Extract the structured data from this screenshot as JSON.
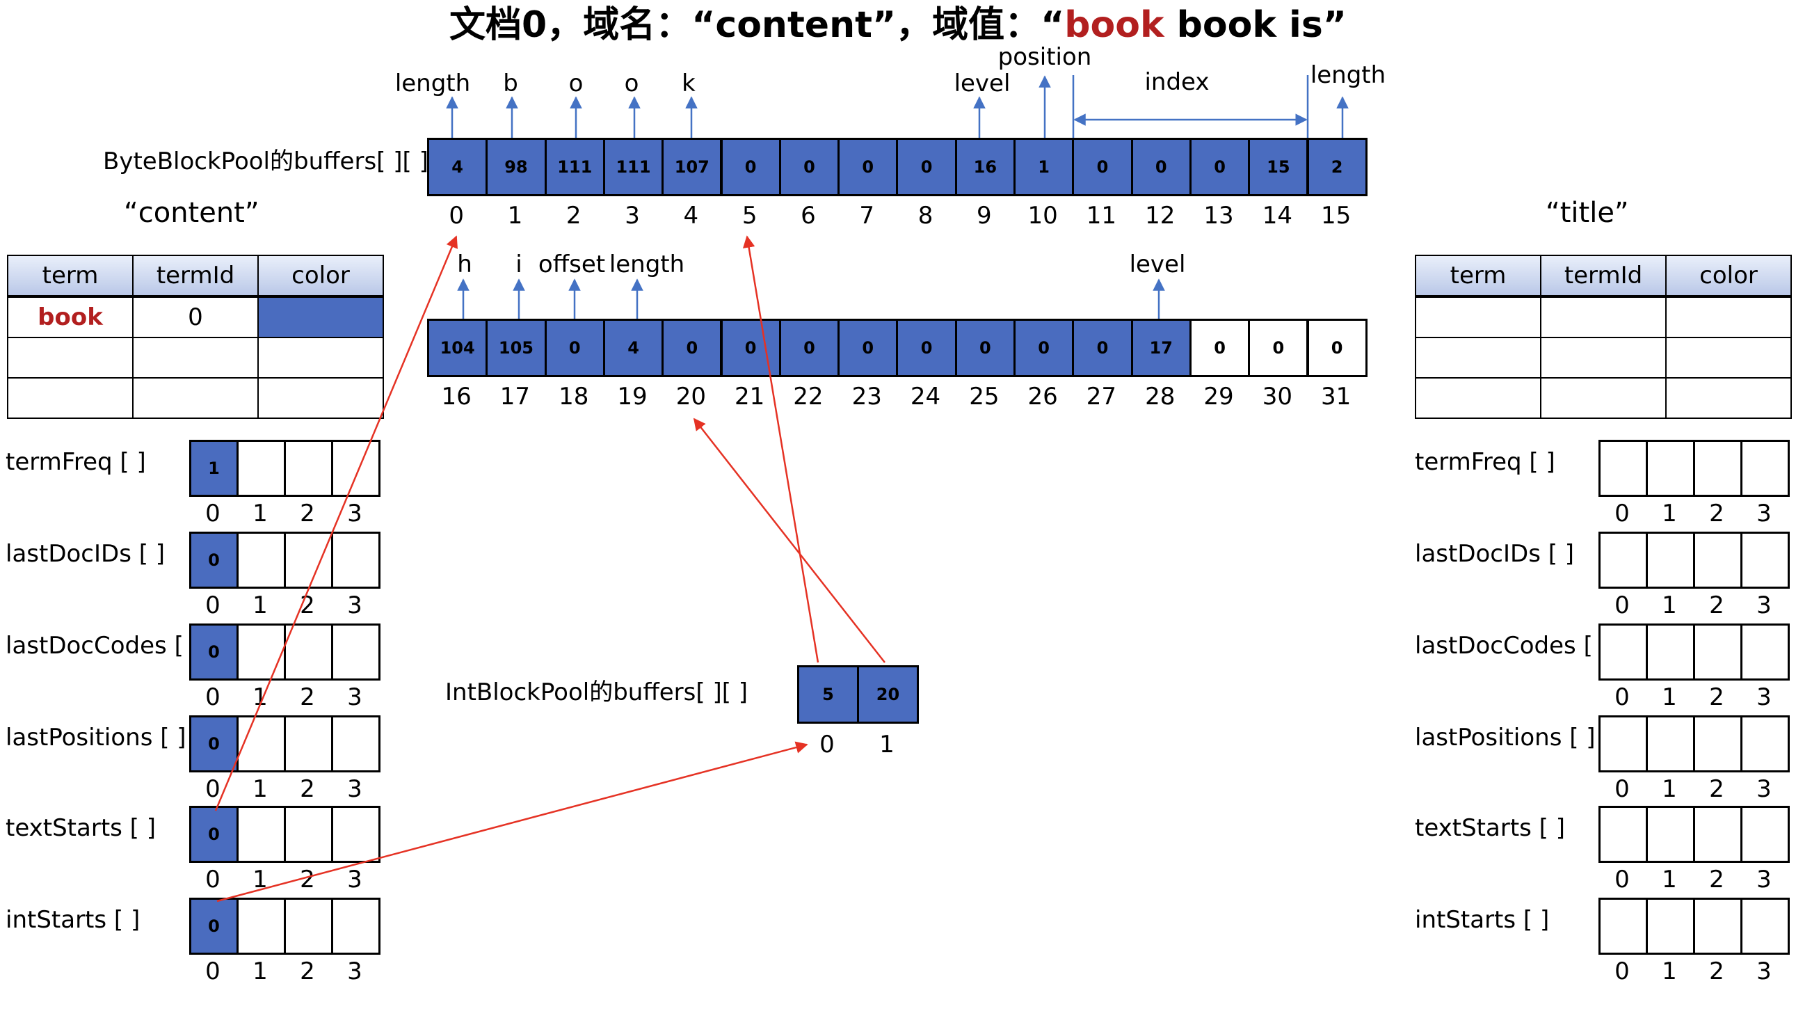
{
  "title": {
    "prefix": "文档0，域名：“content”，域值：“",
    "highlight": "book",
    "suffix": " book is”"
  },
  "colors": {
    "fill": "#4a6cbf",
    "arrow_red": "#e53224",
    "arrow_blue": "#4472c4",
    "highlight_text": "#b21f1f"
  },
  "byte_pool": {
    "label": "ByteBlockPool的buffers[ ][ ]",
    "row1": {
      "values": [
        "4",
        "98",
        "111",
        "111",
        "107",
        "0",
        "0",
        "0",
        "0",
        "16",
        "1",
        "0",
        "0",
        "0",
        "15",
        "2"
      ],
      "indices": [
        "0",
        "1",
        "2",
        "3",
        "4",
        "5",
        "6",
        "7",
        "8",
        "9",
        "10",
        "11",
        "12",
        "13",
        "14",
        "15"
      ],
      "filled": [
        true,
        true,
        true,
        true,
        true,
        true,
        true,
        true,
        true,
        true,
        true,
        true,
        true,
        true,
        true,
        true
      ],
      "annotations": [
        "length",
        "b",
        "o",
        "o",
        "k",
        "level",
        "position",
        "index",
        "length"
      ]
    },
    "row2": {
      "values": [
        "104",
        "105",
        "0",
        "4",
        "0",
        "0",
        "0",
        "0",
        "0",
        "0",
        "0",
        "0",
        "17",
        "0",
        "0",
        "0"
      ],
      "indices": [
        "16",
        "17",
        "18",
        "19",
        "20",
        "21",
        "22",
        "23",
        "24",
        "25",
        "26",
        "27",
        "28",
        "29",
        "30",
        "31"
      ],
      "filled": [
        true,
        true,
        true,
        true,
        true,
        true,
        true,
        true,
        true,
        true,
        true,
        true,
        true,
        false,
        false,
        false
      ],
      "annotations": [
        "h",
        "i",
        "offset",
        "length",
        "level"
      ]
    }
  },
  "int_pool": {
    "label": "IntBlockPool的buffers[ ][ ]",
    "values": [
      "5",
      "20"
    ],
    "indices": [
      "0",
      "1"
    ]
  },
  "content_field": {
    "name": "“content”",
    "table": {
      "headers": [
        "term",
        "termId",
        "color"
      ],
      "rows": [
        [
          "book",
          "0",
          ""
        ],
        [
          "",
          "",
          ""
        ],
        [
          "",
          "",
          ""
        ]
      ]
    },
    "arrays": [
      {
        "name": "termFreq [ ]",
        "values": [
          "1",
          "",
          "",
          ""
        ],
        "indices": [
          "0",
          "1",
          "2",
          "3"
        ]
      },
      {
        "name": "lastDocIDs [ ]",
        "values": [
          "0",
          "",
          "",
          ""
        ],
        "indices": [
          "0",
          "1",
          "2",
          "3"
        ]
      },
      {
        "name": "lastDocCodes [ ]",
        "values": [
          "0",
          "",
          "",
          ""
        ],
        "indices": [
          "0",
          "1",
          "2",
          "3"
        ]
      },
      {
        "name": "lastPositions [ ]",
        "values": [
          "0",
          "",
          "",
          ""
        ],
        "indices": [
          "0",
          "1",
          "2",
          "3"
        ]
      },
      {
        "name": "textStarts [ ]",
        "values": [
          "0",
          "",
          "",
          ""
        ],
        "indices": [
          "0",
          "1",
          "2",
          "3"
        ]
      },
      {
        "name": "intStarts [ ]",
        "values": [
          "0",
          "",
          "",
          ""
        ],
        "indices": [
          "0",
          "1",
          "2",
          "3"
        ]
      }
    ]
  },
  "title_field": {
    "name": "“title”",
    "table": {
      "headers": [
        "term",
        "termId",
        "color"
      ],
      "rows": [
        [
          "",
          "",
          ""
        ],
        [
          "",
          "",
          ""
        ],
        [
          "",
          "",
          ""
        ]
      ]
    },
    "arrays": [
      {
        "name": "termFreq [ ]",
        "values": [
          "",
          "",
          "",
          ""
        ],
        "indices": [
          "0",
          "1",
          "2",
          "3"
        ]
      },
      {
        "name": "lastDocIDs [ ]",
        "values": [
          "",
          "",
          "",
          ""
        ],
        "indices": [
          "0",
          "1",
          "2",
          "3"
        ]
      },
      {
        "name": "lastDocCodes [ ]",
        "values": [
          "",
          "",
          "",
          ""
        ],
        "indices": [
          "0",
          "1",
          "2",
          "3"
        ]
      },
      {
        "name": "lastPositions [ ]",
        "values": [
          "",
          "",
          "",
          ""
        ],
        "indices": [
          "0",
          "1",
          "2",
          "3"
        ]
      },
      {
        "name": "textStarts [ ]",
        "values": [
          "",
          "",
          "",
          ""
        ],
        "indices": [
          "0",
          "1",
          "2",
          "3"
        ]
      },
      {
        "name": "intStarts [ ]",
        "values": [
          "",
          "",
          "",
          ""
        ],
        "indices": [
          "0",
          "1",
          "2",
          "3"
        ]
      }
    ]
  }
}
